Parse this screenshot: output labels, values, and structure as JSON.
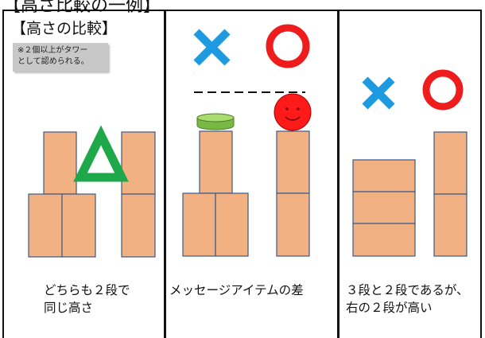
{
  "header_cut_text": "【高さ比較の一例】",
  "panel1": {
    "title": "【高さの比較】",
    "note_line1": "※２個以上がタワー",
    "note_line2": "として認められる。",
    "caption_line1": "どちらも２段で",
    "caption_line2": "同じ高さ",
    "marker": "triangle"
  },
  "panel2": {
    "marker_left": "cross",
    "marker_right": "circle",
    "caption_line1": "メッセージアイテムの差"
  },
  "panel3": {
    "marker_left": "cross",
    "marker_right": "circle",
    "caption_line1": "３段と２段であるが、",
    "caption_line2": "右の２段が高い"
  },
  "colors": {
    "block_fill": "#f2b183",
    "block_stroke": "#3b5a86",
    "cross": "#1e9ae0",
    "circle": "#ee1c1c",
    "triangle": "#1fa84a",
    "cap_top": "#8ecf4e",
    "ball": "#ff1a1a"
  }
}
